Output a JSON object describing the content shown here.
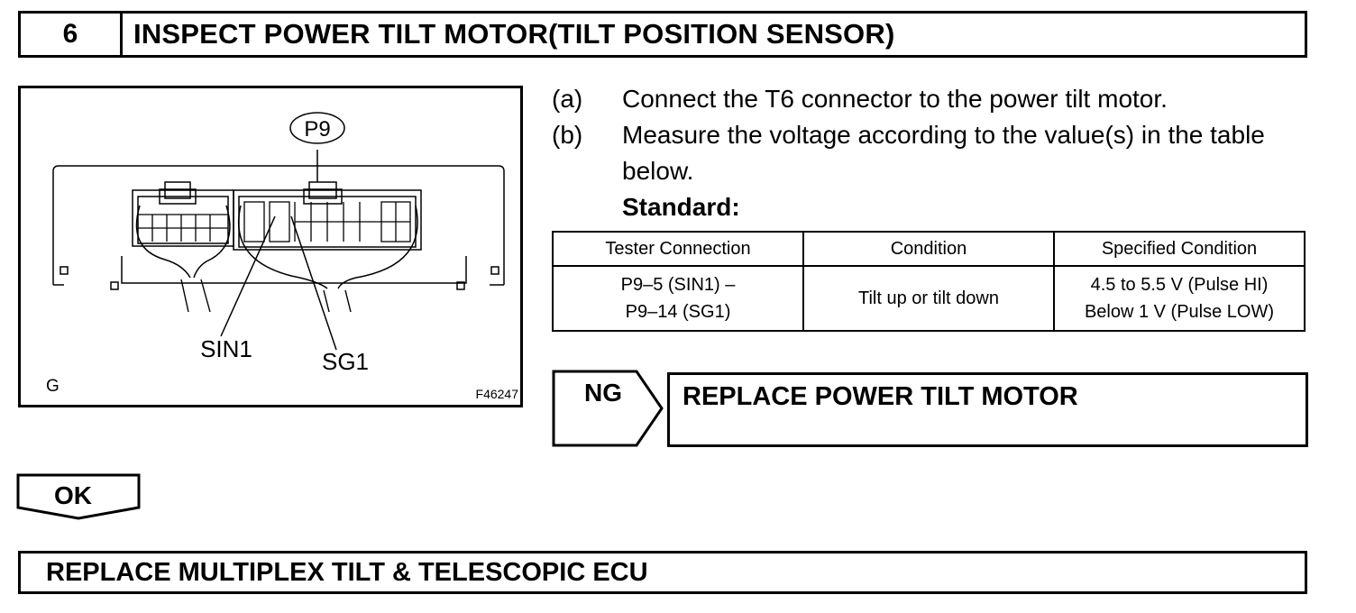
{
  "step": {
    "number": "6",
    "title": "INSPECT POWER TILT MOTOR(TILT POSITION SENSOR)"
  },
  "figure": {
    "connector_label": "P9",
    "pin_labels": [
      "SIN1",
      "SG1"
    ],
    "view_mark": "G",
    "figure_id": "F46247"
  },
  "instructions": [
    {
      "letter": "(a)",
      "text": "Connect the T6 connector to the power tilt motor."
    },
    {
      "letter": "(b)",
      "text": "Measure the voltage according to the value(s) in the table below."
    }
  ],
  "standard_label": "Standard:",
  "spec_table": {
    "headers": [
      "Tester Connection",
      "Condition",
      "Specified Condition"
    ],
    "rows": [
      {
        "connection": [
          "P9–5 (SIN1) –",
          "P9–14 (SG1)"
        ],
        "condition": "Tilt up or tilt down",
        "specified": [
          "4.5 to 5.5 V (Pulse HI)",
          "Below 1 V (Pulse LOW)"
        ]
      }
    ]
  },
  "ng": {
    "label": "NG",
    "action": "REPLACE POWER TILT MOTOR"
  },
  "ok": {
    "label": "OK",
    "action": "REPLACE MULTIPLEX TILT & TELESCOPIC ECU"
  }
}
